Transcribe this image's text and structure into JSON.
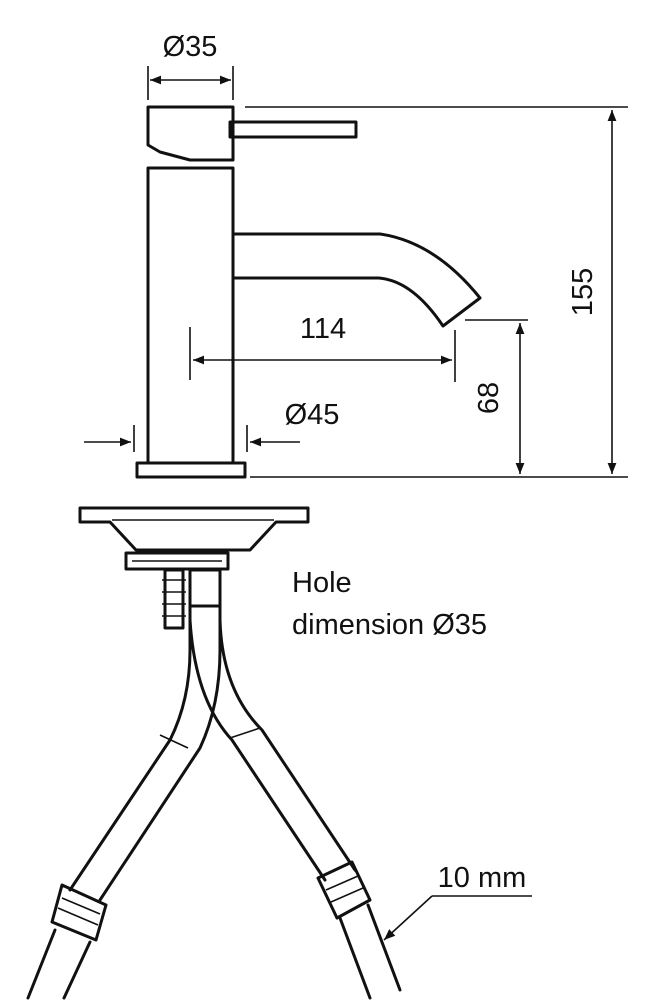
{
  "dimensions": {
    "body_diameter": "Ø35",
    "total_height": "155",
    "spout_reach": "114",
    "base_diameter": "Ø45",
    "spout_height": "68",
    "hose_diameter": "10 mm"
  },
  "note": {
    "line1": "Hole",
    "line2": "dimension Ø35"
  }
}
